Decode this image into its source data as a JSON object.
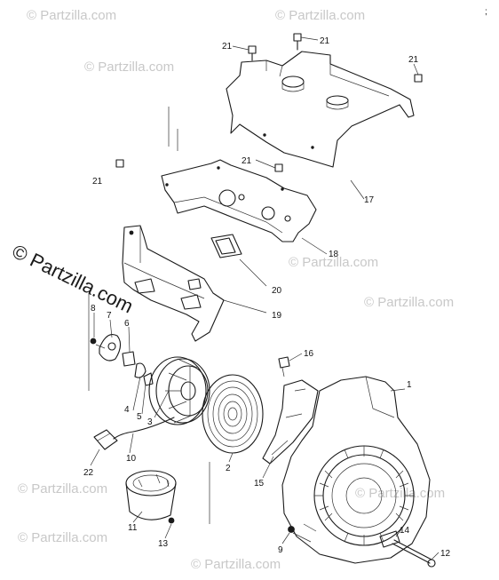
{
  "watermark": {
    "text": "© Partzilla.com",
    "corner_mark": ";"
  },
  "callouts": {
    "c1": "1",
    "c2": "2",
    "c3": "3",
    "c4": "4",
    "c5": "5",
    "c6": "6",
    "c7": "7",
    "c8": "8",
    "c9": "9",
    "c10": "10",
    "c11": "11",
    "c12": "12",
    "c13": "13",
    "c14": "14",
    "c15": "15",
    "c16": "16",
    "c17": "17",
    "c18": "18",
    "c19": "19",
    "c20": "20",
    "c21a": "21",
    "c21b": "21",
    "c21c": "21",
    "c21d": "21",
    "c21e": "21",
    "c22": "22"
  }
}
